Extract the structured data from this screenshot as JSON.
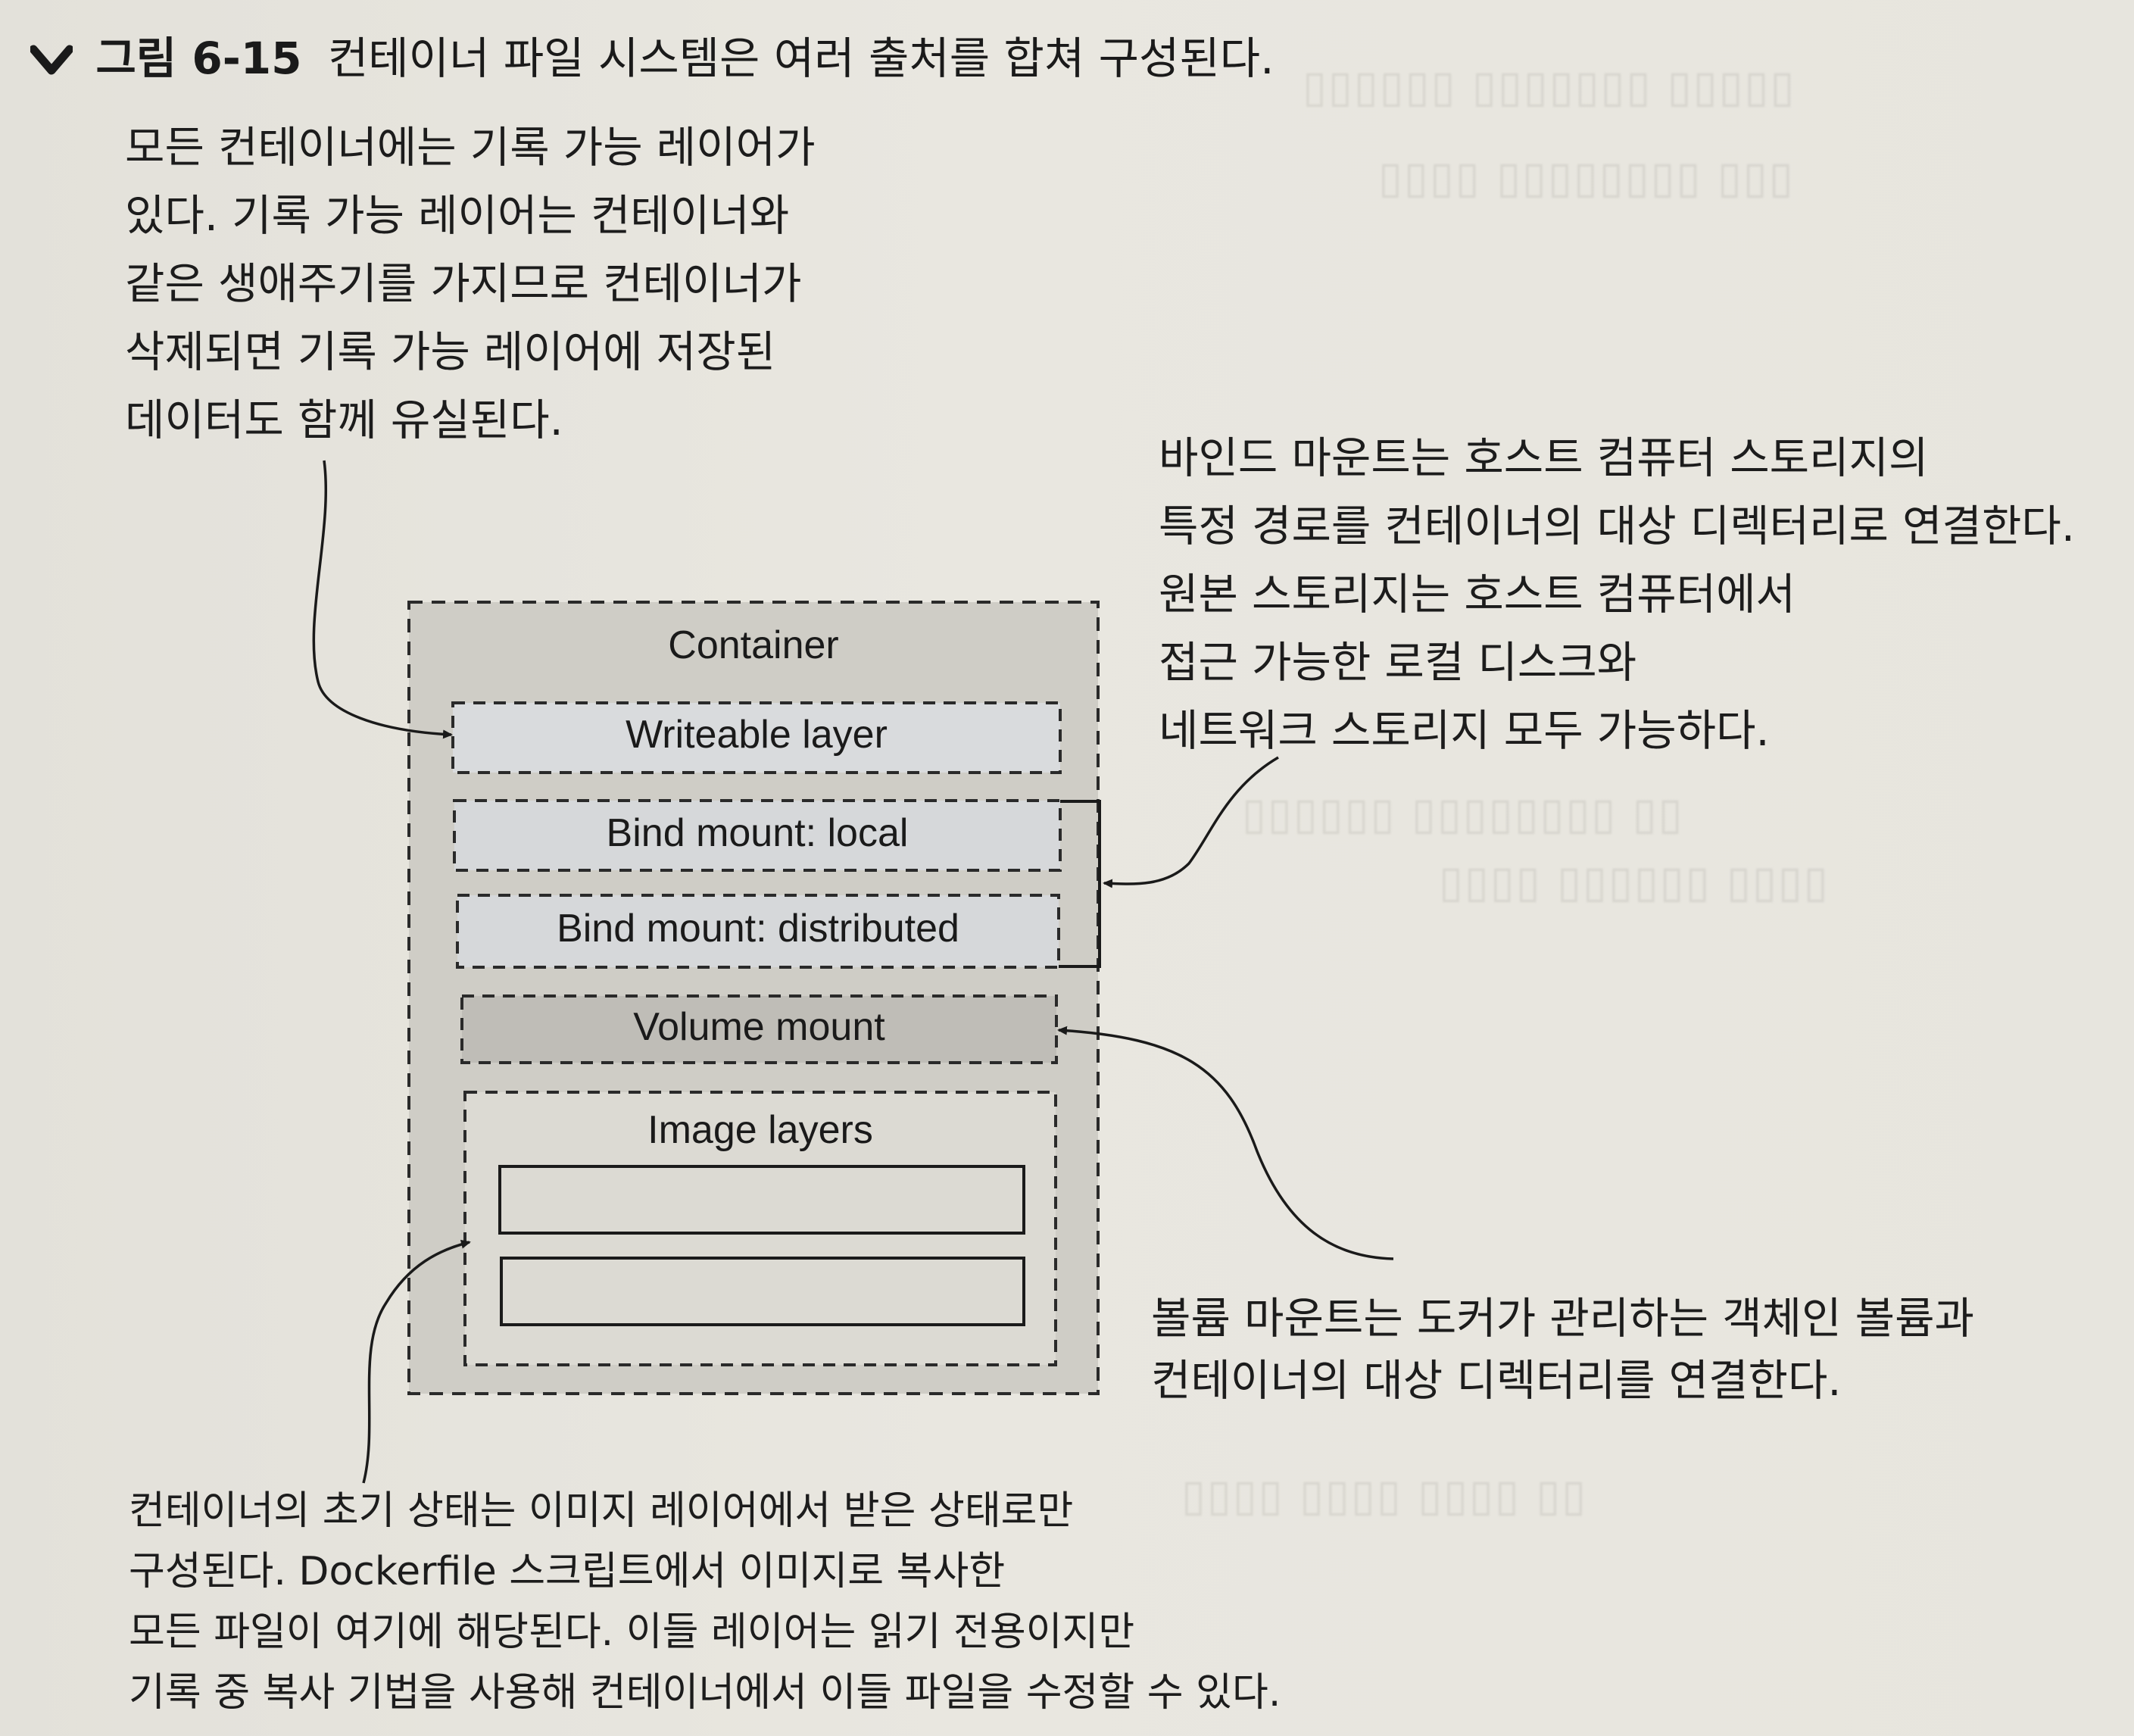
{
  "figure": {
    "number": "그림 6-15",
    "caption": "컨테이너 파일 시스템은 여러 출처를 합쳐 구성된다."
  },
  "diagram": {
    "container_label": "Container",
    "writeable_layer": "Writeable layer",
    "bind_mount_local": "Bind mount: local",
    "bind_mount_distributed": "Bind mount: distributed",
    "volume_mount": "Volume mount",
    "image_layers": "Image layers"
  },
  "callouts": {
    "writeable": [
      "모든 컨테이너에는 기록 가능 레이어가",
      "있다. 기록 가능 레이어는 컨테이너와",
      "같은 생애주기를 가지므로 컨테이너가",
      "삭제되면 기록 가능 레이어에 저장된",
      "데이터도 함께 유실된다."
    ],
    "bind": [
      "바인드 마운트는 호스트 컴퓨터 스토리지의",
      "특정 경로를 컨테이너의 대상 디렉터리로 연결한다.",
      "원본 스토리지는 호스트 컴퓨터에서",
      "접근 가능한 로컬 디스크와",
      "네트워크 스토리지 모두 가능하다."
    ],
    "volume": [
      "볼륨 마운트는 도커가 관리하는 객체인 볼륨과",
      "컨테이너의 대상 디렉터리를 연결한다."
    ],
    "image": [
      "컨테이너의 초기 상태는 이미지 레이어에서 받은 상태로만",
      "구성된다. Dockerfile 스크립트에서 이미지로 복사한",
      "모든 파일이 여기에 해당된다. 이들 레이어는 읽기 전용이지만",
      "기록 중 복사 기법을 사용해 컨테이너에서 이들 파일을 수정할 수 있다."
    ]
  },
  "icons": [
    "chevron-down-icon"
  ],
  "colors": {
    "paper": "#e6e4dd",
    "container_fill": "#cfcdc6",
    "writeable_fill": "#d9dbdd",
    "bind_fill": "#d6d8da",
    "volume_fill": "#bfbdb7",
    "image_fill": "#dcdad3",
    "ink": "#1c1c1c"
  }
}
